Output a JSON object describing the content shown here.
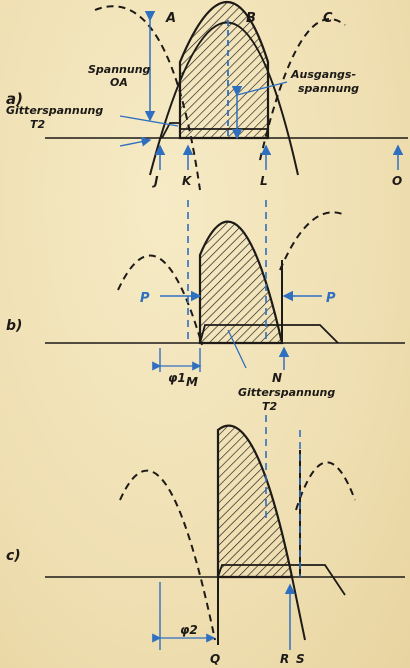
{
  "panels": {
    "a": {
      "label": "a)",
      "points": [
        "A",
        "B",
        "C",
        "J",
        "K",
        "L",
        "O"
      ],
      "annotations": {
        "voltage_1": "Spannung",
        "voltage_2": "OA",
        "output_1": "Ausgangs-",
        "output_2": "spannung",
        "grid_1": "Gitterspannung",
        "grid_2": "T2"
      }
    },
    "b": {
      "label": "b)",
      "points": [
        "P",
        "P",
        "M",
        "N"
      ],
      "phi": "φ1",
      "annotations": {
        "grid_1": "Gitterspannung",
        "grid_2": "T2"
      }
    },
    "c": {
      "label": "c)",
      "points": [
        "Q",
        "R",
        "S"
      ],
      "phi": "φ2"
    }
  },
  "colors": {
    "ink": "#1d1a17",
    "blue": "#2f6fc0",
    "paper": "#efe0b4"
  }
}
